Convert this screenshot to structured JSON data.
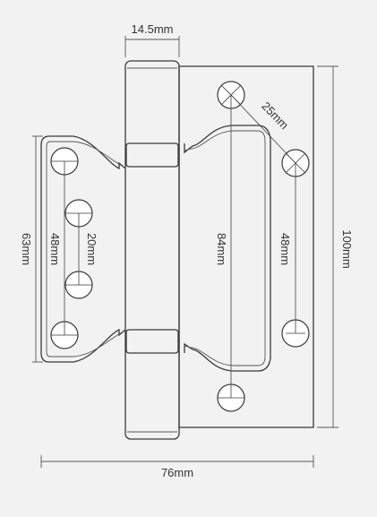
{
  "dimensions": {
    "knuckle_width": "14.5mm",
    "hole_spacing_diag": "25mm",
    "left_leaf_height": "63mm",
    "left_hole_spacing_outer": "48mm",
    "left_hole_spacing_inner": "20mm",
    "center_slot_height": "84mm",
    "right_hole_spacing": "48mm",
    "right_leaf_height": "100mm",
    "total_width": "76mm"
  },
  "colors": {
    "background": "#f2f2f2",
    "line": "#3a3a3a",
    "text": "#333333"
  }
}
